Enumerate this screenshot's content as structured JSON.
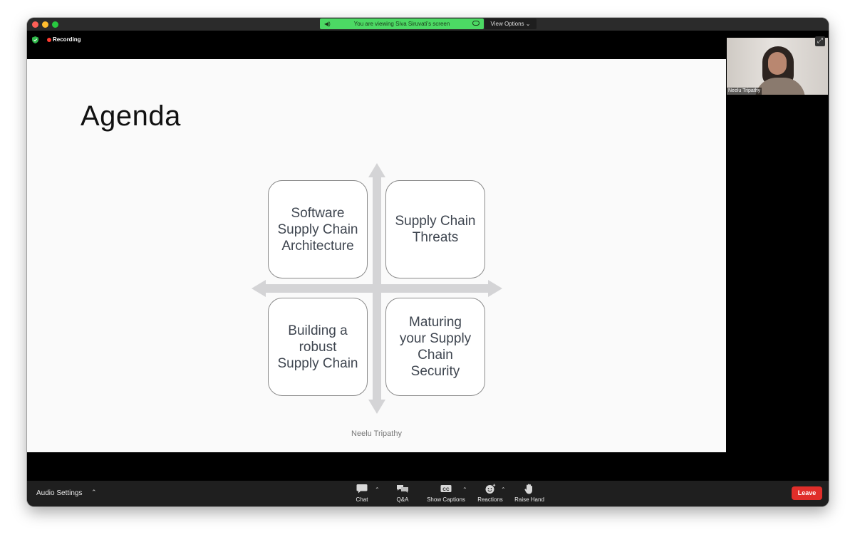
{
  "banner": {
    "viewing_text": "You are viewing Siva Siruvati's screen",
    "view_options": "View Options",
    "color": "#4cd964"
  },
  "meeting": {
    "recording_label": "Recording"
  },
  "slide": {
    "title": "Agenda",
    "quadrants": [
      "Software\nSupply Chain\nArchitecture",
      "Supply Chain\nThreats",
      "Building a\nrobust\nSupply Chain",
      "Maturing\nyour Supply\nChain\nSecurity"
    ],
    "footer": "Neelu Tripathy"
  },
  "participant": {
    "name": "Neelu Tripathy"
  },
  "toolbar": {
    "audio_settings": "Audio Settings",
    "buttons": [
      {
        "label": "Chat",
        "icon": "chat-icon"
      },
      {
        "label": "Q&A",
        "icon": "qa-icon"
      },
      {
        "label": "Show Captions",
        "icon": "cc-icon"
      },
      {
        "label": "Reactions",
        "icon": "reactions-icon"
      },
      {
        "label": "Raise Hand",
        "icon": "hand-icon"
      }
    ],
    "leave": "Leave",
    "leave_color": "#e02e2a"
  }
}
